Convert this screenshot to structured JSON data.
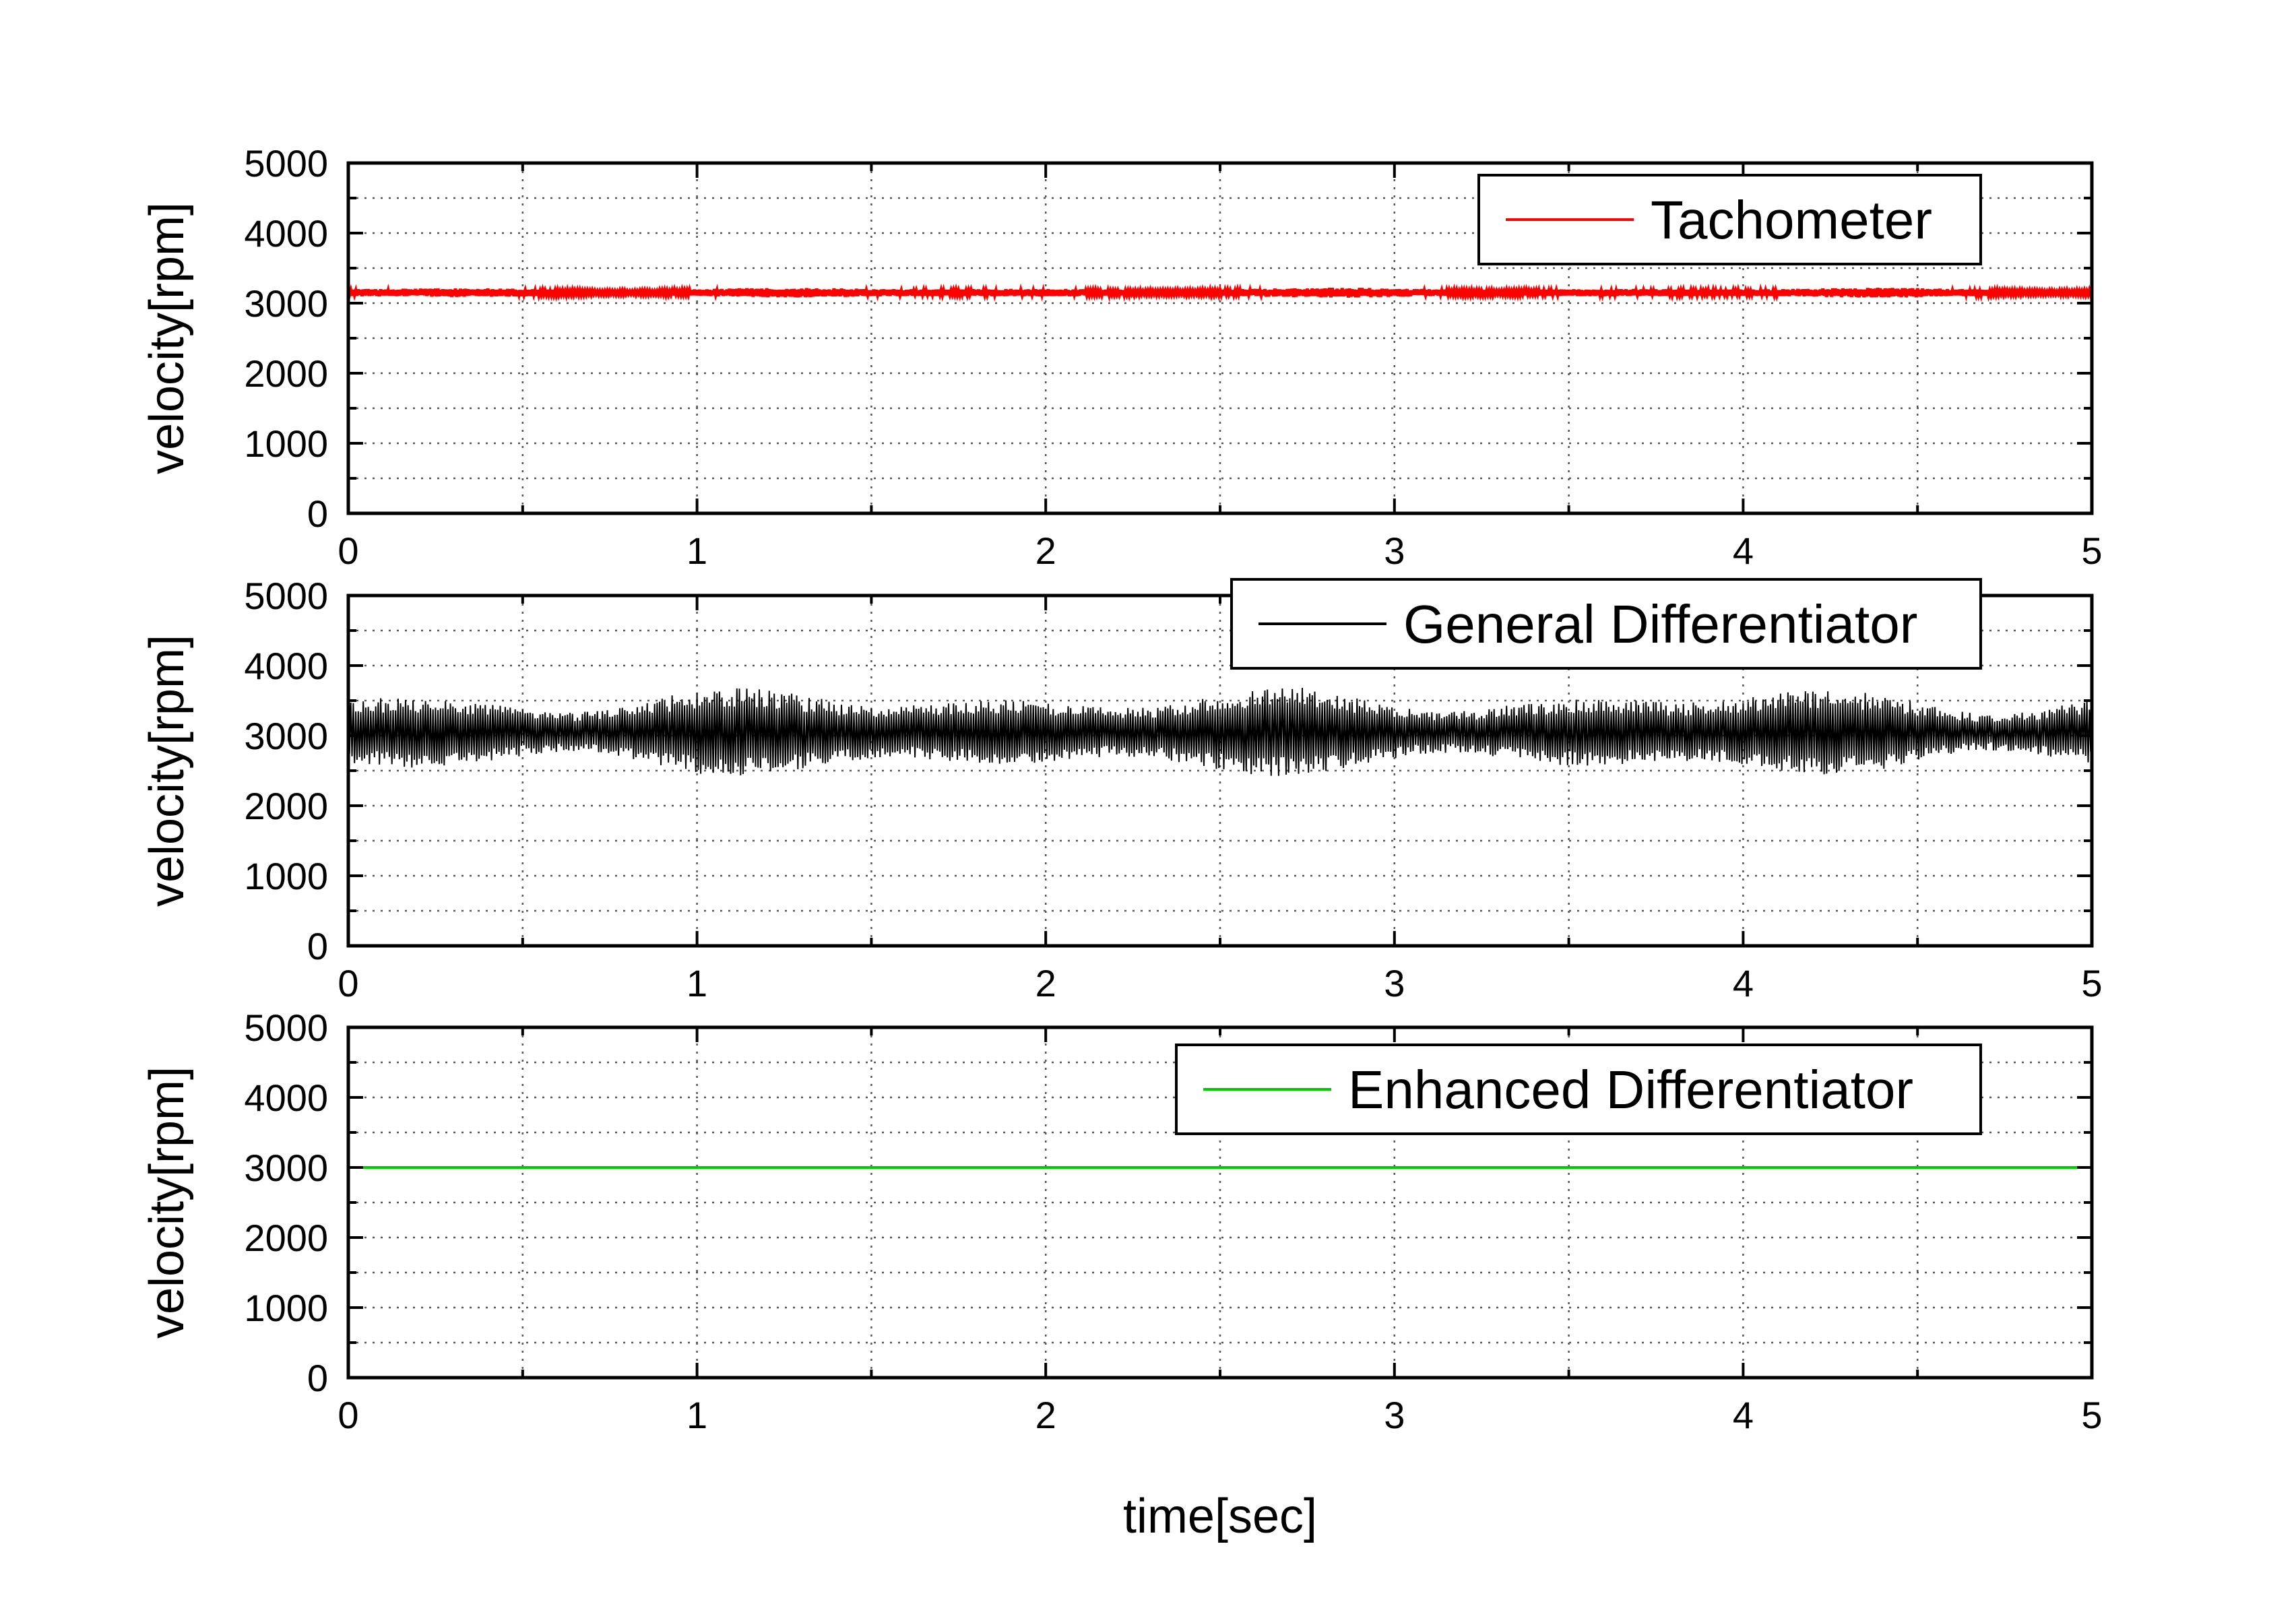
{
  "chart_data": [
    {
      "type": "line",
      "title": "",
      "xlabel": "",
      "ylabel": "velocity[rpm]",
      "xlim": [
        0,
        5
      ],
      "ylim": [
        0,
        5000
      ],
      "x_ticks": [
        "0",
        "1",
        "2",
        "3",
        "4",
        "5"
      ],
      "y_ticks": [
        "0",
        "1000",
        "2000",
        "3000",
        "4000",
        "5000"
      ],
      "grid": true,
      "legend_position": "top-right",
      "series": [
        {
          "name": "Tachometer",
          "color": "#ff0000",
          "x": [
            0,
            5
          ],
          "mean": 3150,
          "amplitude": 70
        }
      ]
    },
    {
      "type": "line",
      "title": "",
      "xlabel": "",
      "ylabel": "velocity[rpm]",
      "xlim": [
        0,
        5
      ],
      "ylim": [
        0,
        5000
      ],
      "x_ticks": [
        "0",
        "1",
        "2",
        "3",
        "4",
        "5"
      ],
      "y_ticks": [
        "0",
        "1000",
        "2000",
        "3000",
        "4000",
        "5000"
      ],
      "grid": true,
      "legend_position": "top-right",
      "series": [
        {
          "name": "General Differentiator",
          "color": "#000000",
          "x": [
            0,
            5
          ],
          "mean": 3050,
          "amplitude": 650
        }
      ]
    },
    {
      "type": "line",
      "title": "",
      "xlabel": "time[sec]",
      "ylabel": "velocity[rpm]",
      "xlim": [
        0,
        5
      ],
      "ylim": [
        0,
        5000
      ],
      "x_ticks": [
        "0",
        "1",
        "2",
        "3",
        "4",
        "5"
      ],
      "y_ticks": [
        "0",
        "1000",
        "2000",
        "3000",
        "4000",
        "5000"
      ],
      "grid": true,
      "legend_position": "top-right",
      "series": [
        {
          "name": "Enhanced Differentiator",
          "color": "#00cc00",
          "x": [
            0,
            5
          ],
          "mean": 3000,
          "amplitude": 0
        }
      ]
    }
  ]
}
